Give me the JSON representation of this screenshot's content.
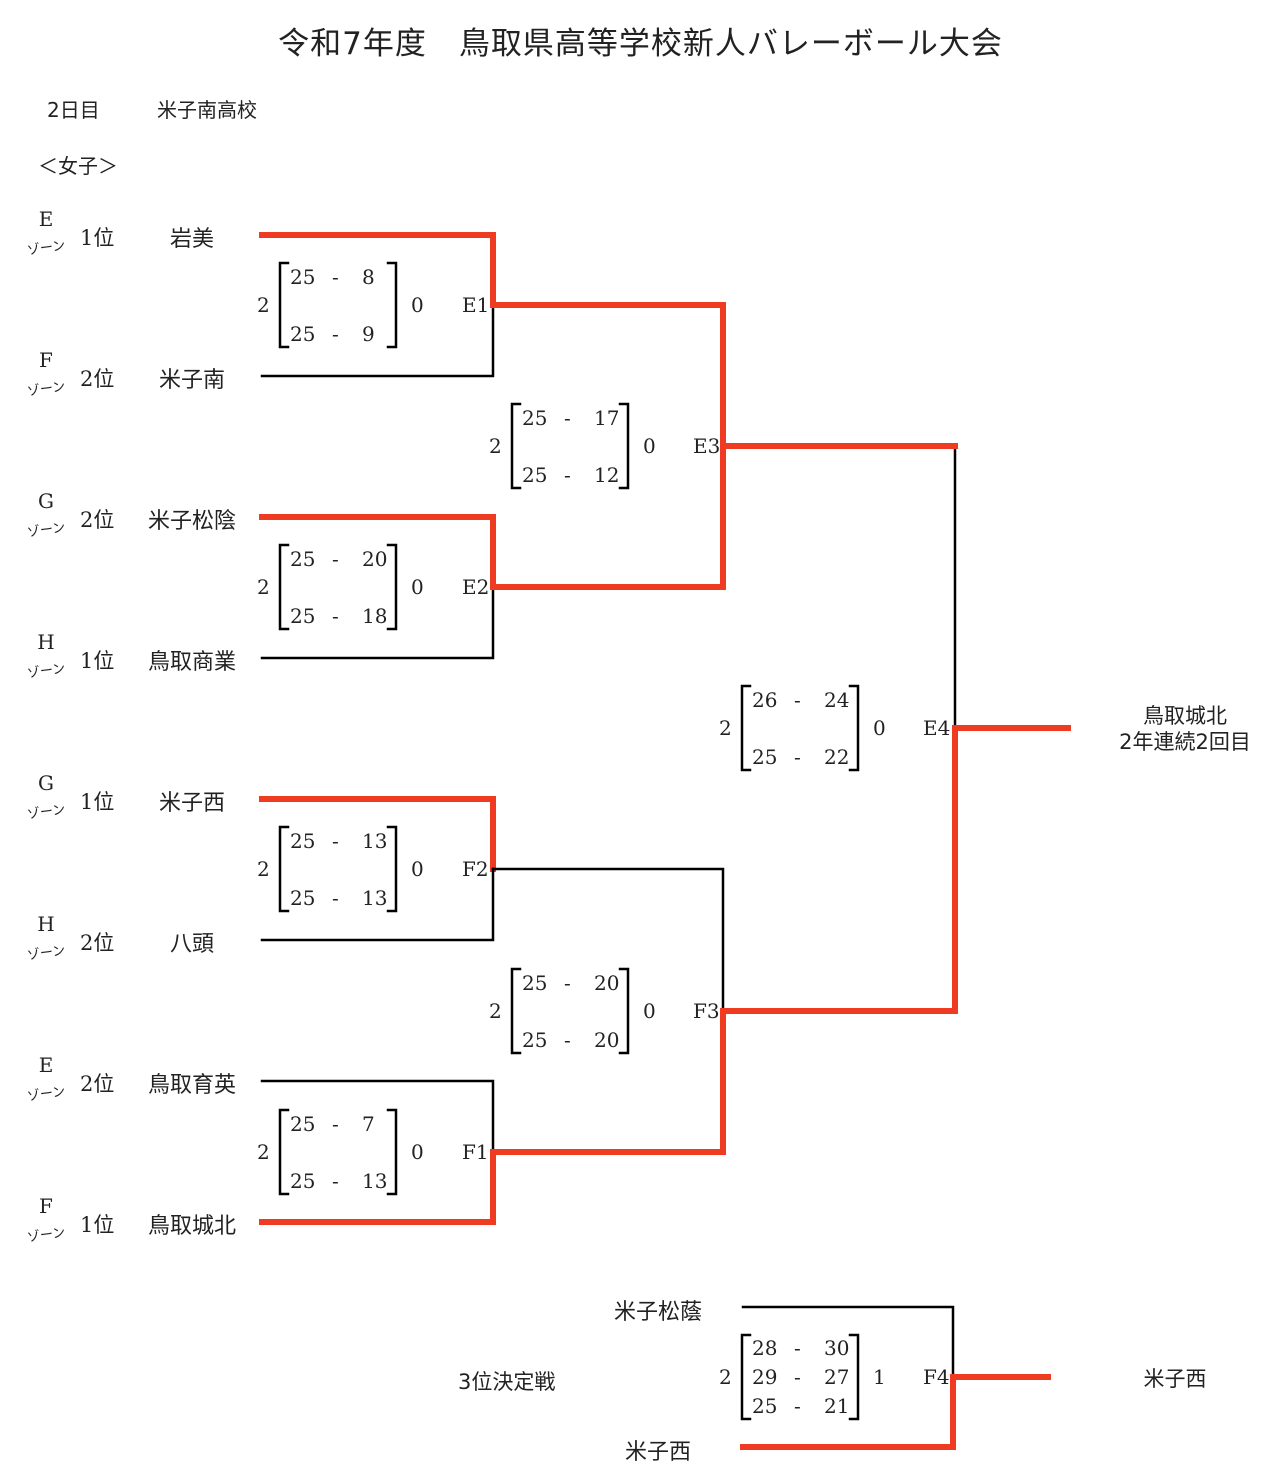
{
  "header": {
    "title": "令和7年度　鳥取県高等学校新人バレーボール大会",
    "day": "2日目",
    "venue": "米子南高校",
    "division": "＜女子＞"
  },
  "zone_word": "ゾーン",
  "colors": {
    "winner_line": "#EE3B21",
    "loser_line": "#000000"
  },
  "teams": [
    {
      "zone": "E",
      "rank": "1位",
      "name": "岩美"
    },
    {
      "zone": "F",
      "rank": "2位",
      "name": "米子南"
    },
    {
      "zone": "G",
      "rank": "2位",
      "name": "米子松陰"
    },
    {
      "zone": "H",
      "rank": "1位",
      "name": "鳥取商業"
    },
    {
      "zone": "G",
      "rank": "1位",
      "name": "米子西"
    },
    {
      "zone": "H",
      "rank": "2位",
      "name": "八頭"
    },
    {
      "zone": "E",
      "rank": "2位",
      "name": "鳥取育英"
    },
    {
      "zone": "F",
      "rank": "1位",
      "name": "鳥取城北"
    }
  ],
  "matches": [
    {
      "id": "E1",
      "sets_a": "2",
      "sets_b": "0",
      "scores": [
        [
          "25",
          "8"
        ],
        [
          "25",
          "9"
        ]
      ],
      "winner": "top"
    },
    {
      "id": "E2",
      "sets_a": "2",
      "sets_b": "0",
      "scores": [
        [
          "25",
          "20"
        ],
        [
          "25",
          "18"
        ]
      ],
      "winner": "top"
    },
    {
      "id": "F2",
      "sets_a": "2",
      "sets_b": "0",
      "scores": [
        [
          "25",
          "13"
        ],
        [
          "25",
          "13"
        ]
      ],
      "winner": "top"
    },
    {
      "id": "F1",
      "sets_a": "2",
      "sets_b": "0",
      "scores": [
        [
          "25",
          "7"
        ],
        [
          "25",
          "13"
        ]
      ],
      "winner": "bottom"
    },
    {
      "id": "E3",
      "sets_a": "2",
      "sets_b": "0",
      "scores": [
        [
          "25",
          "17"
        ],
        [
          "25",
          "12"
        ]
      ],
      "winner": "both-top"
    },
    {
      "id": "F3",
      "sets_a": "2",
      "sets_b": "0",
      "scores": [
        [
          "25",
          "20"
        ],
        [
          "25",
          "20"
        ]
      ],
      "winner": "bottom"
    },
    {
      "id": "E4",
      "sets_a": "2",
      "sets_b": "0",
      "scores": [
        [
          "26",
          "24"
        ],
        [
          "25",
          "22"
        ]
      ],
      "winner": "bottom"
    },
    {
      "id": "F4",
      "sets_a": "2",
      "sets_b": "1",
      "scores": [
        [
          "28",
          "30"
        ],
        [
          "29",
          "27"
        ],
        [
          "25",
          "21"
        ]
      ],
      "winner": "bottom"
    }
  ],
  "champion": {
    "name": "鳥取城北",
    "note": "2年連続2回目"
  },
  "third_place": {
    "label": "3位決定戦",
    "team_top": "米子松蔭",
    "team_bottom": "米子西",
    "winner": "米子西"
  }
}
